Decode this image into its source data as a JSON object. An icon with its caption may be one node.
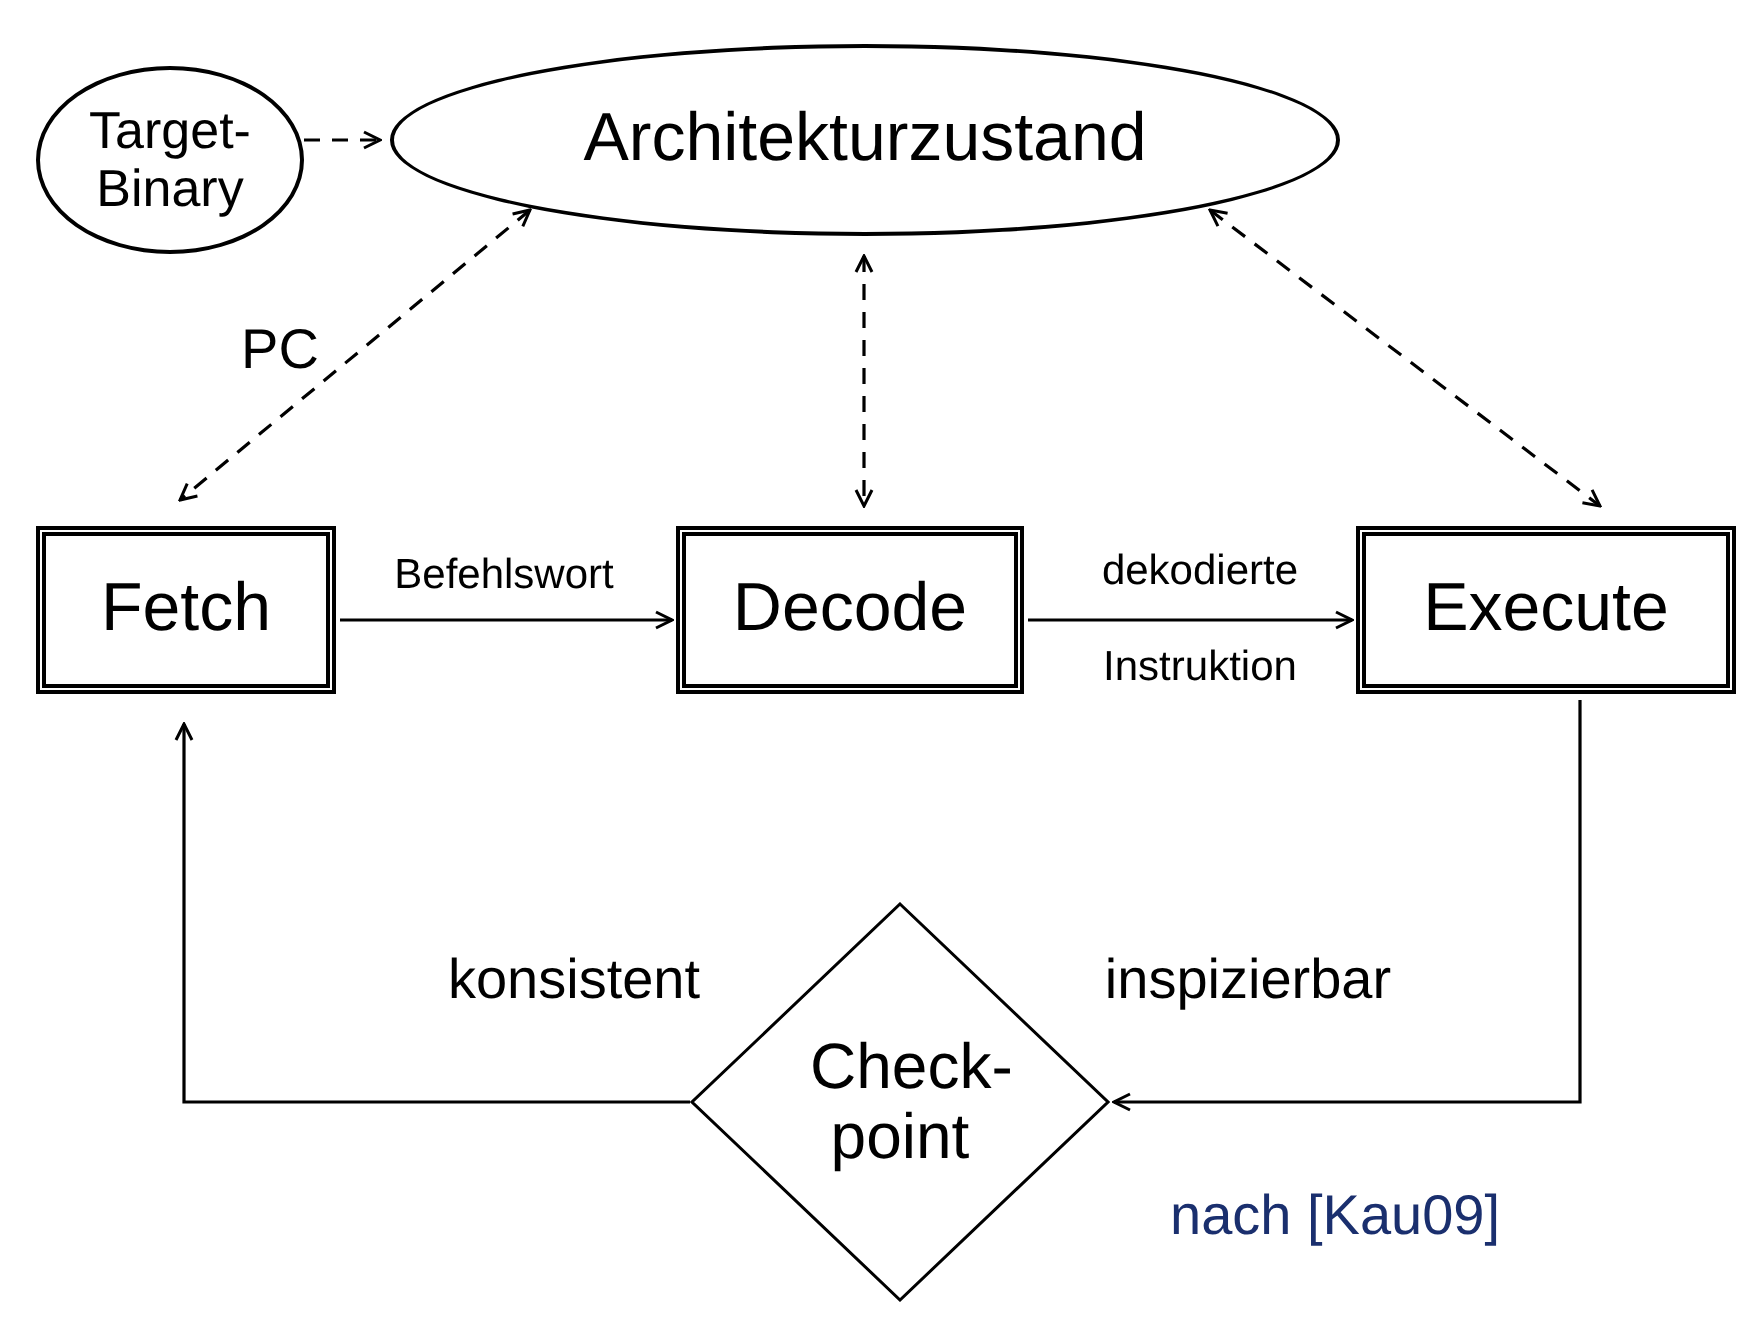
{
  "diagram": {
    "nodes": [
      {
        "text": [
          "Target- Binary"
        ]
      },
      {
        "text": [
          "Architekturzustand"
        ]
      },
      {
        "text": [
          "Fetch"
        ]
      },
      {
        "text": [
          "Decode"
        ]
      },
      {
        "text": [
          "Execute"
        ]
      },
      {
        "text": [
          "Check- point"
        ]
      }
    ],
    "edges": [
      {
        "from": 0,
        "to": 1,
        "arrow": "to",
        "style": "dashed"
      },
      {
        "from": 1,
        "to": 2,
        "arrow": "both",
        "style": "dashed",
        "label": "PC"
      },
      {
        "from": 1,
        "to": 3,
        "arrow": "both",
        "style": "dashed"
      },
      {
        "from": 1,
        "to": 4,
        "arrow": "both",
        "style": "dashed"
      },
      {
        "from": 2,
        "to": 3,
        "arrow": "to",
        "label": "Befehlswort"
      },
      {
        "from": 3,
        "to": 4,
        "arrow": "to",
        "label": "dekodierte Instruktion"
      },
      {
        "from": 4,
        "to": 5,
        "arrow": "to",
        "label": "inspizierbar"
      },
      {
        "from": 5,
        "to": 2,
        "arrow": "to",
        "label": "konsistent"
      }
    ],
    "labels": [
      "nach [Kau09]"
    ]
  }
}
